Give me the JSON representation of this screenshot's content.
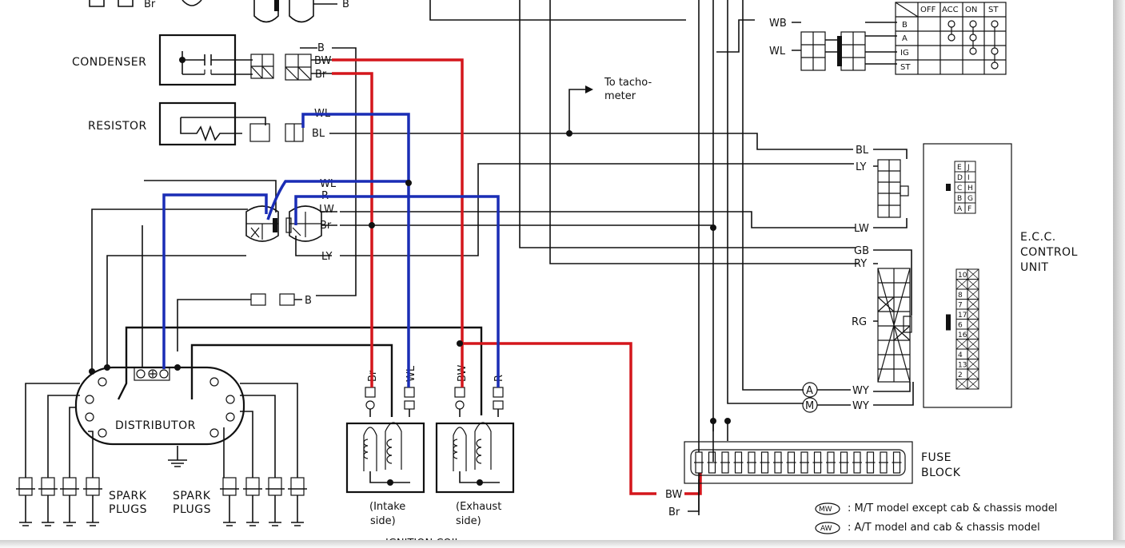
{
  "colors": {
    "red_wire": "#d4161c",
    "blue_wire": "#1a2db5",
    "ink": "#111111"
  },
  "components": {
    "condenser": "CONDENSER",
    "resistor": "RESISTOR",
    "distributor": "DISTRIBUTOR",
    "spark_plugs_left": [
      "SPARK",
      "PLUGS"
    ],
    "spark_plugs_right": [
      "SPARK",
      "PLUGS"
    ],
    "ignition_coil": "IGNITION COIL",
    "coil_intake": [
      "(Intake",
      "side)"
    ],
    "coil_exhaust": [
      "(Exhaust",
      "side)"
    ],
    "tachometer": [
      "To tacho-",
      "meter"
    ],
    "ecc": [
      "E.C.C.",
      "CONTROL",
      "UNIT"
    ],
    "fuse_block": [
      "FUSE",
      "BLOCK"
    ]
  },
  "wire_labels": {
    "b_top": "B",
    "b_top2": "B",
    "bw": "BW",
    "br": "Br",
    "wl_res": "WL",
    "bl_res": "BL",
    "wl_mid": "WL",
    "r_mid": "R",
    "lw_mid": "LW",
    "br_mid": "Br",
    "ly_mid": "LY",
    "b_low": "B",
    "coil_br": "Br",
    "coil_wl": "WL",
    "coil_bw": "BW",
    "coil_r": "R",
    "wb": "WB",
    "wl_sw": "WL",
    "bl_ecc": "BL",
    "ly_ecc": "LY",
    "lw_ecc": "LW",
    "gb_ecc": "GB",
    "ry_ecc": "RY",
    "rg_ecc": "RG",
    "wy_a": "WY",
    "wy_m": "WY",
    "bw_fuse": "BW",
    "br_fuse": "Br"
  },
  "meters": {
    "a": "A",
    "m": "M"
  },
  "ignition_switch": {
    "headers": [
      "OFF",
      "ACC",
      "ON",
      "ST"
    ],
    "rows": [
      "B",
      "A",
      "IG",
      "ST"
    ]
  },
  "ecc_pins_upper": [
    [
      "E",
      "J"
    ],
    [
      "D",
      "I"
    ],
    [
      "C",
      "H"
    ],
    [
      "B",
      "G"
    ],
    [
      "A",
      "F"
    ]
  ],
  "ecc_pins_lower": [
    "10",
    "",
    "8",
    "7",
    "17",
    "6",
    "16",
    "",
    "4",
    "13",
    "2",
    ""
  ],
  "legend": [
    {
      "code": "MW",
      "text": ":  M/T model except cab & chassis model"
    },
    {
      "code": "AW",
      "text": ":  A/T model and cab & chassis model"
    }
  ]
}
